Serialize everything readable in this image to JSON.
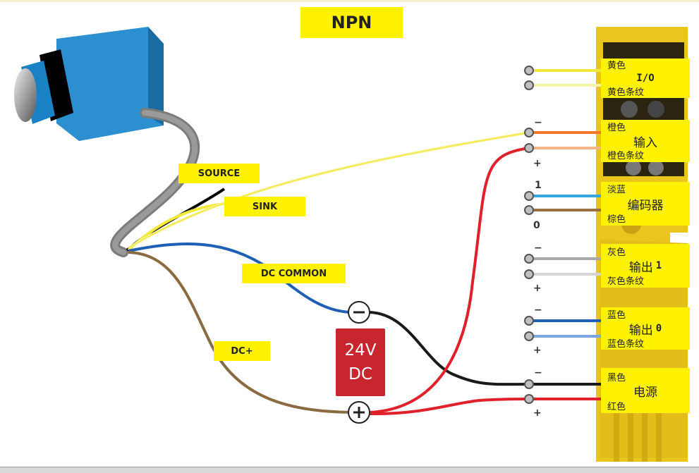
{
  "title": "NPN",
  "wire_labels": {
    "source": "SOURCE",
    "sink": "SINK",
    "dc_common": "DC COMMON",
    "dc_plus": "DC+"
  },
  "power_supply": {
    "line1": "24V",
    "line2": "DC",
    "minus": "−",
    "plus": "+"
  },
  "terminals": [
    {
      "color": "黄色",
      "wire": "#f2ea3a"
    },
    {
      "color": "黄色条纹",
      "wire": "#f7f3a8"
    },
    {
      "color": "橙色",
      "wire": "#f07a2a"
    },
    {
      "color": "橙色条纹",
      "wire": "#f4b48a"
    },
    {
      "color": "淡蓝",
      "wire": "#36a7e0"
    },
    {
      "color": "棕色",
      "wire": "#9a6e45"
    },
    {
      "color": "灰色",
      "wire": "#a9a9a9"
    },
    {
      "color": "灰色条纹",
      "wire": "#d4d4d4"
    },
    {
      "color": "蓝色",
      "wire": "#1f5fb4"
    },
    {
      "color": "蓝色条纹",
      "wire": "#78a6e0"
    },
    {
      "color": "黑色",
      "wire": "#1a1a1a"
    },
    {
      "color": "红色",
      "wire": "#e0202a"
    }
  ],
  "groups": [
    {
      "name": "I/O",
      "suffix": ""
    },
    {
      "name": "输入",
      "suffix": ""
    },
    {
      "name": "编码器",
      "suffix": ""
    },
    {
      "name": "输出",
      "suffix": "1"
    },
    {
      "name": "输出",
      "suffix": "0"
    },
    {
      "name": "电源",
      "suffix": ""
    }
  ],
  "polarity_marks": {
    "minus": "−",
    "plus": "+",
    "one": "1",
    "zero": "0"
  },
  "colors": {
    "highlight": "#fff200",
    "module": "#e9c51e",
    "supply": "#c8262e",
    "sensor": "#2a8fcc"
  }
}
